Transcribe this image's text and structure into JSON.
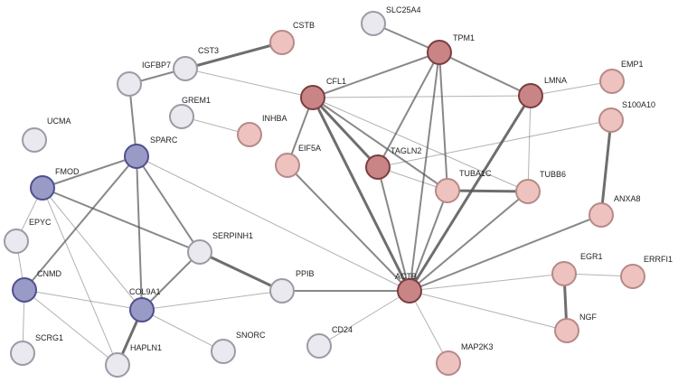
{
  "colors": {
    "grey_fill": "#e9e9ef",
    "grey_stroke": "#9b9ba6",
    "blue_fill": "#9a9ac7",
    "blue_stroke": "#4f4f8f",
    "pink_fill": "#eec2bf",
    "pink_stroke": "#b58a88",
    "red_fill": "#c98586",
    "red_stroke": "#7a3e40",
    "edge": "#555555"
  },
  "nodes": [
    {
      "id": "slc25a4",
      "label": "SLC25A4",
      "group": "grey"
    },
    {
      "id": "tpm1",
      "label": "TPM1",
      "group": "red"
    },
    {
      "id": "cstb",
      "label": "CSTB",
      "group": "pink"
    },
    {
      "id": "cst3",
      "label": "CST3",
      "group": "grey"
    },
    {
      "id": "igfbp7",
      "label": "IGFBP7",
      "group": "grey"
    },
    {
      "id": "emp1",
      "label": "EMP1",
      "group": "pink"
    },
    {
      "id": "lmna",
      "label": "LMNA",
      "group": "red"
    },
    {
      "id": "cfl1",
      "label": "CFL1",
      "group": "red"
    },
    {
      "id": "grem1",
      "label": "GREM1",
      "group": "grey"
    },
    {
      "id": "inhba",
      "label": "INHBA",
      "group": "pink"
    },
    {
      "id": "s100a10",
      "label": "S100A10",
      "group": "pink"
    },
    {
      "id": "ucma",
      "label": "UCMA",
      "group": "grey"
    },
    {
      "id": "sparc",
      "label": "SPARC",
      "group": "blue"
    },
    {
      "id": "eif5a",
      "label": "EIF5A",
      "group": "pink"
    },
    {
      "id": "tagln2",
      "label": "TAGLN2",
      "group": "red"
    },
    {
      "id": "fmod",
      "label": "FMOD",
      "group": "blue"
    },
    {
      "id": "tuba1c",
      "label": "TUBA1C",
      "group": "pink"
    },
    {
      "id": "tubb6",
      "label": "TUBB6",
      "group": "pink"
    },
    {
      "id": "anxa8",
      "label": "ANXA8",
      "group": "pink"
    },
    {
      "id": "epyc",
      "label": "EPYC",
      "group": "grey"
    },
    {
      "id": "serpinh1",
      "label": "SERPINH1",
      "group": "grey"
    },
    {
      "id": "egr1",
      "label": "EGR1",
      "group": "pink"
    },
    {
      "id": "errfi1",
      "label": "ERRFI1",
      "group": "pink"
    },
    {
      "id": "cnmd",
      "label": "CNMD",
      "group": "blue"
    },
    {
      "id": "ppib",
      "label": "PPIB",
      "group": "grey"
    },
    {
      "id": "actb",
      "label": "ACTB",
      "group": "red"
    },
    {
      "id": "col9a1",
      "label": "COL9A1",
      "group": "blue"
    },
    {
      "id": "ngf",
      "label": "NGF",
      "group": "pink"
    },
    {
      "id": "cd24",
      "label": "CD24",
      "group": "grey"
    },
    {
      "id": "scrg1",
      "label": "SCRG1",
      "group": "grey"
    },
    {
      "id": "snorc",
      "label": "SNORC",
      "group": "grey"
    },
    {
      "id": "hapln1",
      "label": "HAPLN1",
      "group": "grey"
    },
    {
      "id": "map2k3",
      "label": "MAP2K3",
      "group": "pink"
    }
  ],
  "edges": [
    {
      "source": "cst3",
      "target": "cstb",
      "weight": "strong"
    },
    {
      "source": "igfbp7",
      "target": "cst3",
      "weight": "medium"
    },
    {
      "source": "cst3",
      "target": "cfl1",
      "weight": "light"
    },
    {
      "source": "igfbp7",
      "target": "sparc",
      "weight": "medium"
    },
    {
      "source": "grem1",
      "target": "inhba",
      "weight": "light"
    },
    {
      "source": "slc25a4",
      "target": "tpm1",
      "weight": "medium"
    },
    {
      "source": "cfl1",
      "target": "tpm1",
      "weight": "medium"
    },
    {
      "source": "tpm1",
      "target": "lmna",
      "weight": "medium"
    },
    {
      "source": "tpm1",
      "target": "tagln2",
      "weight": "medium"
    },
    {
      "source": "tpm1",
      "target": "tuba1c",
      "weight": "medium"
    },
    {
      "source": "tpm1",
      "target": "actb",
      "weight": "medium"
    },
    {
      "source": "cfl1",
      "target": "lmna",
      "weight": "light"
    },
    {
      "source": "lmna",
      "target": "emp1",
      "weight": "light"
    },
    {
      "source": "lmna",
      "target": "tubb6",
      "weight": "light"
    },
    {
      "source": "lmna",
      "target": "actb",
      "weight": "strong"
    },
    {
      "source": "cfl1",
      "target": "eif5a",
      "weight": "medium"
    },
    {
      "source": "cfl1",
      "target": "tagln2",
      "weight": "strong"
    },
    {
      "source": "cfl1",
      "target": "tuba1c",
      "weight": "medium"
    },
    {
      "source": "cfl1",
      "target": "tubb6",
      "weight": "light"
    },
    {
      "source": "cfl1",
      "target": "actb",
      "weight": "strong"
    },
    {
      "source": "tagln2",
      "target": "s100a10",
      "weight": "light"
    },
    {
      "source": "tagln2",
      "target": "tuba1c",
      "weight": "light"
    },
    {
      "source": "tagln2",
      "target": "actb",
      "weight": "medium"
    },
    {
      "source": "tuba1c",
      "target": "tubb6",
      "weight": "strong"
    },
    {
      "source": "tuba1c",
      "target": "actb",
      "weight": "medium"
    },
    {
      "source": "tubb6",
      "target": "actb",
      "weight": "medium"
    },
    {
      "source": "s100a10",
      "target": "anxa8",
      "weight": "strong"
    },
    {
      "source": "anxa8",
      "target": "actb",
      "weight": "medium"
    },
    {
      "source": "eif5a",
      "target": "actb",
      "weight": "medium"
    },
    {
      "source": "actb",
      "target": "egr1",
      "weight": "light"
    },
    {
      "source": "actb",
      "target": "ngf",
      "weight": "light"
    },
    {
      "source": "actb",
      "target": "map2k3",
      "weight": "light"
    },
    {
      "source": "actb",
      "target": "cd24",
      "weight": "light"
    },
    {
      "source": "ppib",
      "target": "actb",
      "weight": "medium"
    },
    {
      "source": "sparc",
      "target": "actb",
      "weight": "light"
    },
    {
      "source": "egr1",
      "target": "ngf",
      "weight": "strong"
    },
    {
      "source": "egr1",
      "target": "errfi1",
      "weight": "light"
    },
    {
      "source": "sparc",
      "target": "fmod",
      "weight": "medium"
    },
    {
      "source": "sparc",
      "target": "serpinh1",
      "weight": "medium"
    },
    {
      "source": "sparc",
      "target": "cnmd",
      "weight": "medium"
    },
    {
      "source": "sparc",
      "target": "col9a1",
      "weight": "medium"
    },
    {
      "source": "fmod",
      "target": "serpinh1",
      "weight": "medium"
    },
    {
      "source": "fmod",
      "target": "epyc",
      "weight": "light"
    },
    {
      "source": "fmod",
      "target": "col9a1",
      "weight": "light"
    },
    {
      "source": "fmod",
      "target": "hapln1",
      "weight": "light"
    },
    {
      "source": "serpinh1",
      "target": "col9a1",
      "weight": "medium"
    },
    {
      "source": "serpinh1",
      "target": "ppib",
      "weight": "strong"
    },
    {
      "source": "col9a1",
      "target": "ppib",
      "weight": "light"
    },
    {
      "source": "col9a1",
      "target": "hapln1",
      "weight": "strong"
    },
    {
      "source": "col9a1",
      "target": "snorc",
      "weight": "light"
    },
    {
      "source": "cnmd",
      "target": "col9a1",
      "weight": "light"
    },
    {
      "source": "cnmd",
      "target": "epyc",
      "weight": "light"
    },
    {
      "source": "cnmd",
      "target": "scrg1",
      "weight": "light"
    },
    {
      "source": "cnmd",
      "target": "hapln1",
      "weight": "light"
    }
  ]
}
